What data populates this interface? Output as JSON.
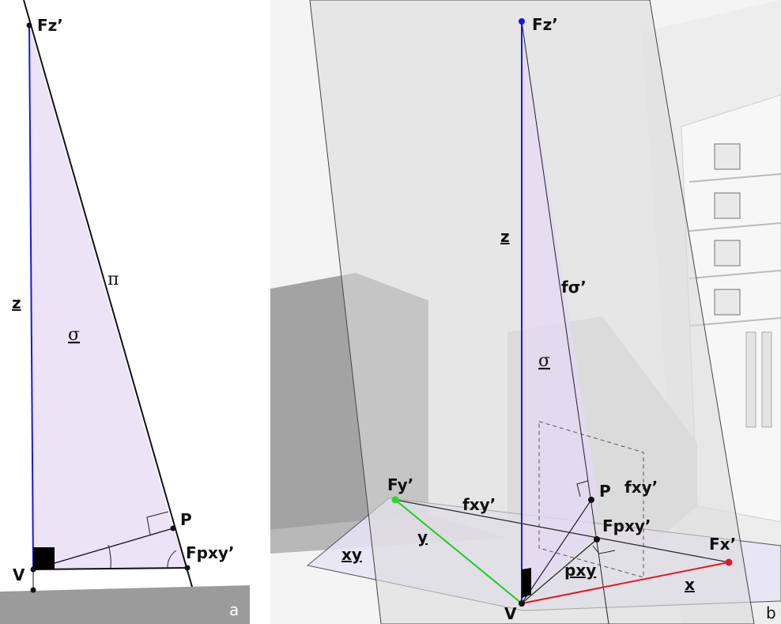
{
  "panel_a": {
    "tag": "a",
    "labels": {
      "fz": "Fz’",
      "z": "z",
      "sigma": "σ",
      "pi": "π",
      "p": "P",
      "fpxy": "Fpxy’",
      "v": "V"
    }
  },
  "panel_b": {
    "tag": "b",
    "labels": {
      "fz": "Fz’",
      "z": "z",
      "f_sigma": "fσ’",
      "sigma": "σ",
      "fy": "Fy’",
      "fxy_left": "fxy’",
      "p": "P",
      "fxy_right": "fxy’",
      "fpxy": "Fpxy’",
      "fx": "Fx’",
      "xy": "xy",
      "y": "y",
      "pxy": "pxy",
      "x": "x",
      "v": "V"
    }
  },
  "colors": {
    "z_axis": "#1a1adc",
    "y_axis": "#22cc22",
    "x_axis": "#e01a2a",
    "plane_fill": "#ece3f6",
    "ground": "#9b9b9b"
  }
}
